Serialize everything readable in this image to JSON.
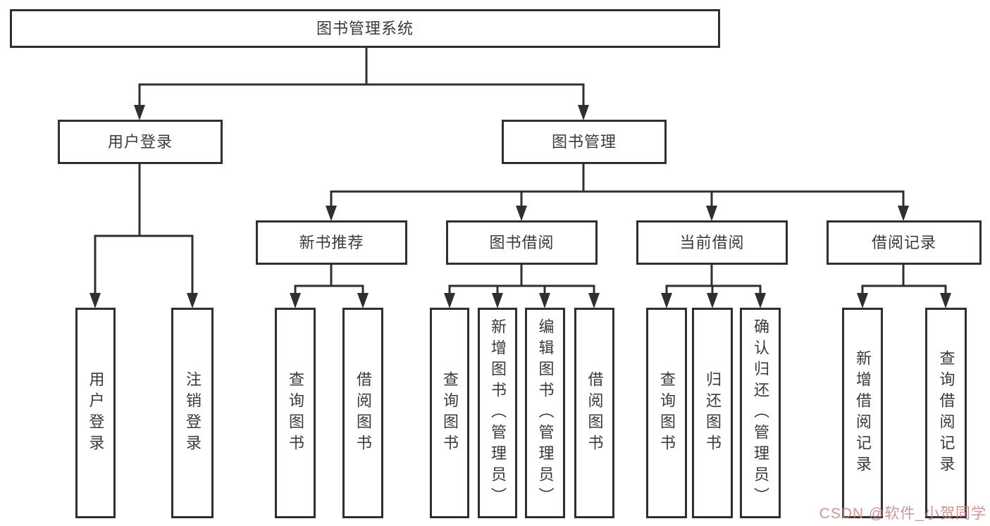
{
  "title": "图书管理系统",
  "watermark": "CSDN @软件_小贺同学",
  "colors": {
    "line": "#2f2f2f",
    "box_background": "#ffffff",
    "text": "#3a3a3a",
    "watermark": "#c98282"
  },
  "tree": {
    "label": "图书管理系统",
    "children": [
      {
        "label": "用户登录",
        "children": [
          {
            "label": "用户登录"
          },
          {
            "label": "注销登录"
          }
        ]
      },
      {
        "label": "图书管理",
        "children": [
          {
            "label": "新书推荐",
            "children": [
              {
                "label": "查询图书"
              },
              {
                "label": "借阅图书"
              }
            ]
          },
          {
            "label": "图书借阅",
            "children": [
              {
                "label": "查询图书"
              },
              {
                "label": "新增图书（管理员）"
              },
              {
                "label": "编辑图书（管理员）"
              },
              {
                "label": "借阅图书"
              }
            ]
          },
          {
            "label": "当前借阅",
            "children": [
              {
                "label": "查询图书"
              },
              {
                "label": "归还图书"
              },
              {
                "label": "确认归还（管理员）"
              }
            ]
          },
          {
            "label": "借阅记录",
            "children": [
              {
                "label": "新增借阅记录"
              },
              {
                "label": "查询借阅记录"
              }
            ]
          }
        ]
      }
    ]
  }
}
